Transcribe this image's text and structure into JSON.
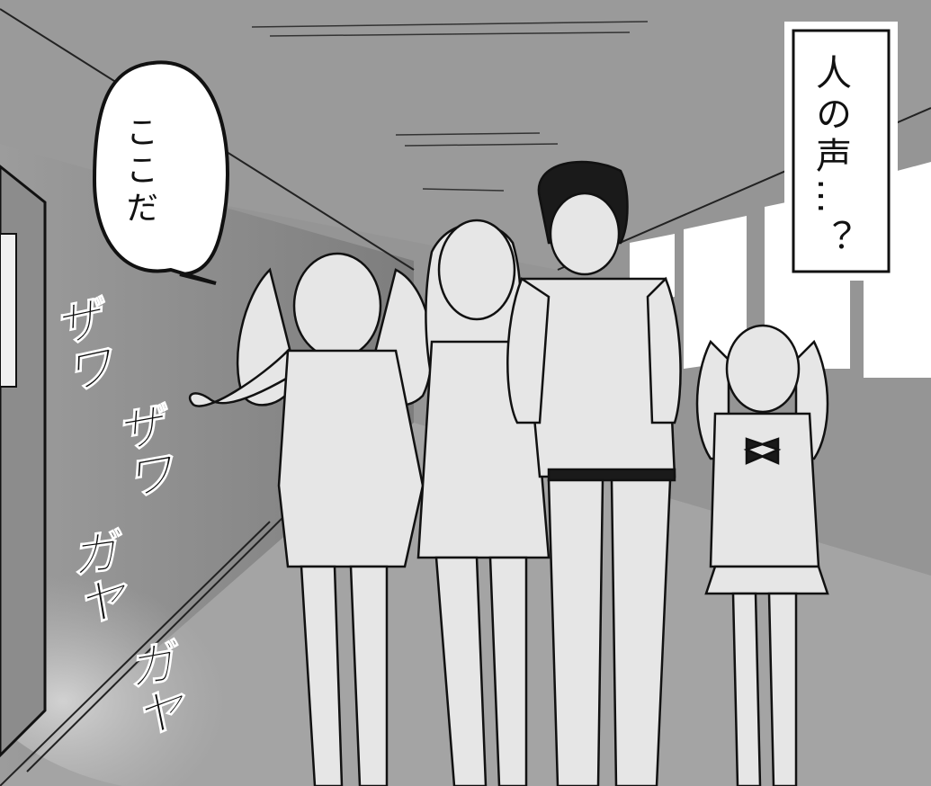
{
  "speech_bubble": {
    "text": "ここだ"
  },
  "caption_box": {
    "text": "人の声…？"
  },
  "sound_effects": [
    {
      "text": "ザワ"
    },
    {
      "text": "ザワ"
    },
    {
      "text": "ガヤ"
    },
    {
      "text": "ガヤ"
    }
  ],
  "colors": {
    "wall": "#8a8a8a",
    "floor": "#a2a2a2",
    "ceiling": "#9a9a9a",
    "window": "#ffffff",
    "ink": "#111111",
    "figure_fill": "#e6e6e6"
  }
}
